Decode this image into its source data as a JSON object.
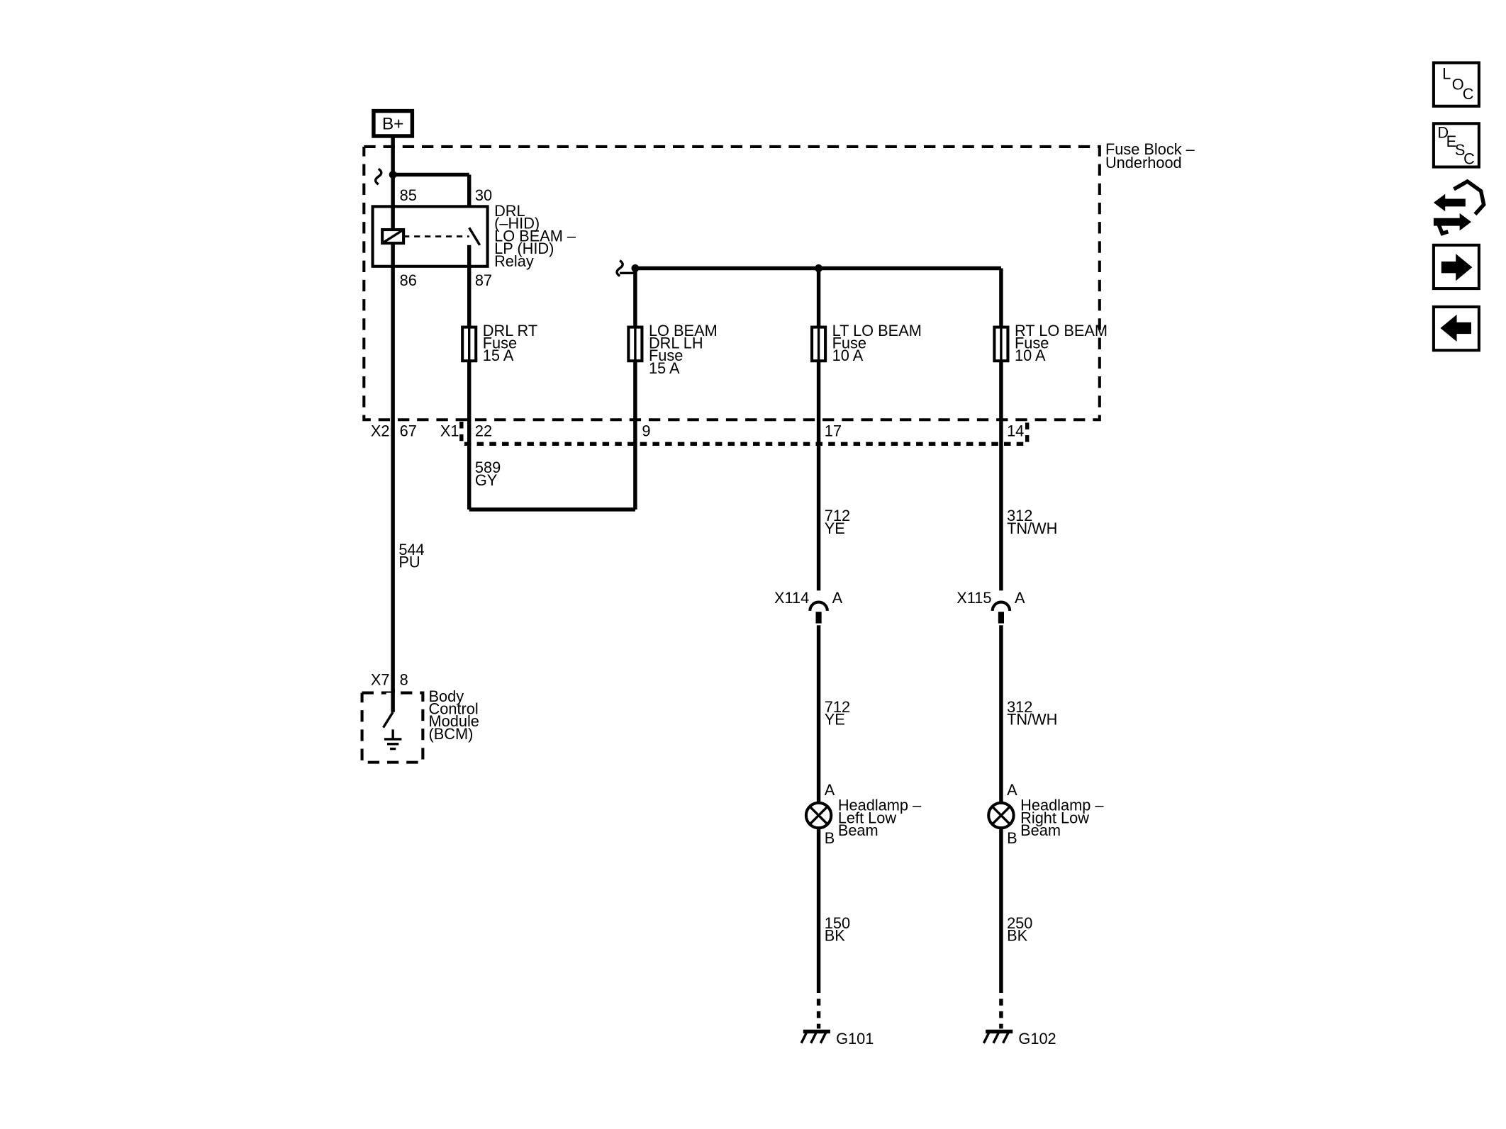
{
  "power": {
    "label": "B+"
  },
  "fuse_block": {
    "line1": "Fuse Block –",
    "line2": "Underhood"
  },
  "relay": {
    "pin85": "85",
    "pin30": "30",
    "pin86": "86",
    "pin87": "87",
    "lines": [
      "DRL",
      "(–HID)",
      "LO BEAM –",
      "LP (HID)",
      "Relay"
    ]
  },
  "fuses": [
    {
      "lines": [
        "DRL RT",
        "Fuse",
        "15 A"
      ]
    },
    {
      "lines": [
        "LO BEAM",
        "DRL LH",
        "Fuse",
        "15 A"
      ]
    },
    {
      "lines": [
        "LT LO BEAM",
        "Fuse",
        "10 A"
      ]
    },
    {
      "lines": [
        "RT LO BEAM",
        "Fuse",
        "10 A"
      ]
    }
  ],
  "connectors": {
    "x2": "X2",
    "x2_pin": "67",
    "x1": "X1",
    "x1_pin22": "22",
    "x1_pin9": "9",
    "x1_pin17": "17",
    "x1_pin14": "14"
  },
  "wires": {
    "w589": {
      "num": "589",
      "color": "GY"
    },
    "w544": {
      "num": "544",
      "color": "PU"
    },
    "w712a": {
      "num": "712",
      "color": "YE"
    },
    "w312a": {
      "num": "312",
      "color": "TN/WH"
    },
    "w712b": {
      "num": "712",
      "color": "YE"
    },
    "w312b": {
      "num": "312",
      "color": "TN/WH"
    },
    "w150": {
      "num": "150",
      "color": "BK"
    },
    "w250": {
      "num": "250",
      "color": "BK"
    }
  },
  "inline_connectors": [
    {
      "name": "X114",
      "pin": "A"
    },
    {
      "name": "X115",
      "pin": "A"
    }
  ],
  "bcm": {
    "conn": "X7",
    "pin": "8",
    "lines": [
      "Body",
      "Control",
      "Module",
      "(BCM)"
    ]
  },
  "lamps": [
    {
      "pinA": "A",
      "pinB": "B",
      "lines": [
        "Headlamp –",
        "Left Low",
        "Beam"
      ]
    },
    {
      "pinA": "A",
      "pinB": "B",
      "lines": [
        "Headlamp –",
        "Right Low",
        "Beam"
      ]
    }
  ],
  "grounds": [
    "G101",
    "G102"
  ],
  "nav": {
    "loc": {
      "l1": "L",
      "l2": "O",
      "l3": "C"
    },
    "desc": {
      "l1": "D",
      "l2": "E",
      "l3": "S",
      "l4": "C"
    },
    "icons": [
      "connector-pinout-icon",
      "next-arrow-icon",
      "previous-arrow-icon"
    ]
  }
}
